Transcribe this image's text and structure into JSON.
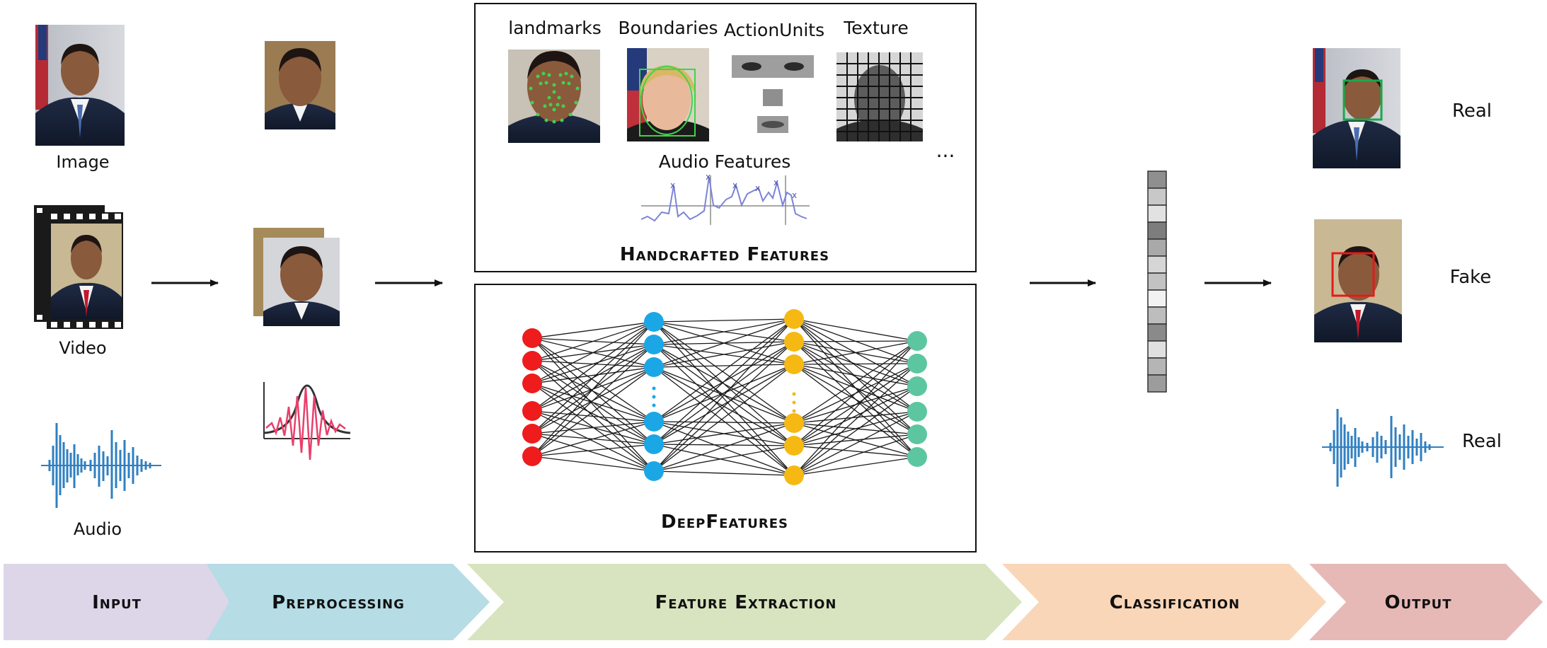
{
  "input": {
    "image_label": "Image",
    "video_label": "Video",
    "audio_label": "Audio"
  },
  "handcrafted": {
    "labels": {
      "landmarks": "landmarks",
      "boundaries": "Boundaries",
      "action_units": "ActionUnits",
      "texture": "Texture",
      "audio_features": "Audio Features",
      "ellipsis": "..."
    },
    "title": "Handcrafted Features"
  },
  "deep": {
    "title": "DeepFeatures",
    "layer_colors": [
      "#ee1c1c",
      "#1ba7e6",
      "#f6b913",
      "#5cc6a0"
    ]
  },
  "output": {
    "results": [
      "Real",
      "Fake",
      "Real"
    ]
  },
  "pipeline": {
    "stages": [
      "Input",
      "Preprocessing",
      "Feature Extraction",
      "Classification",
      "Output"
    ],
    "colors": [
      "#ddd5e8",
      "#b6dce5",
      "#d8e4bf",
      "#fad6b8",
      "#e6b9b7"
    ]
  },
  "colors": {
    "real_box": "#1aa84a",
    "fake_box": "#e31b1b",
    "waveform": "#2f7fc1",
    "spectral": "#e8406c"
  }
}
